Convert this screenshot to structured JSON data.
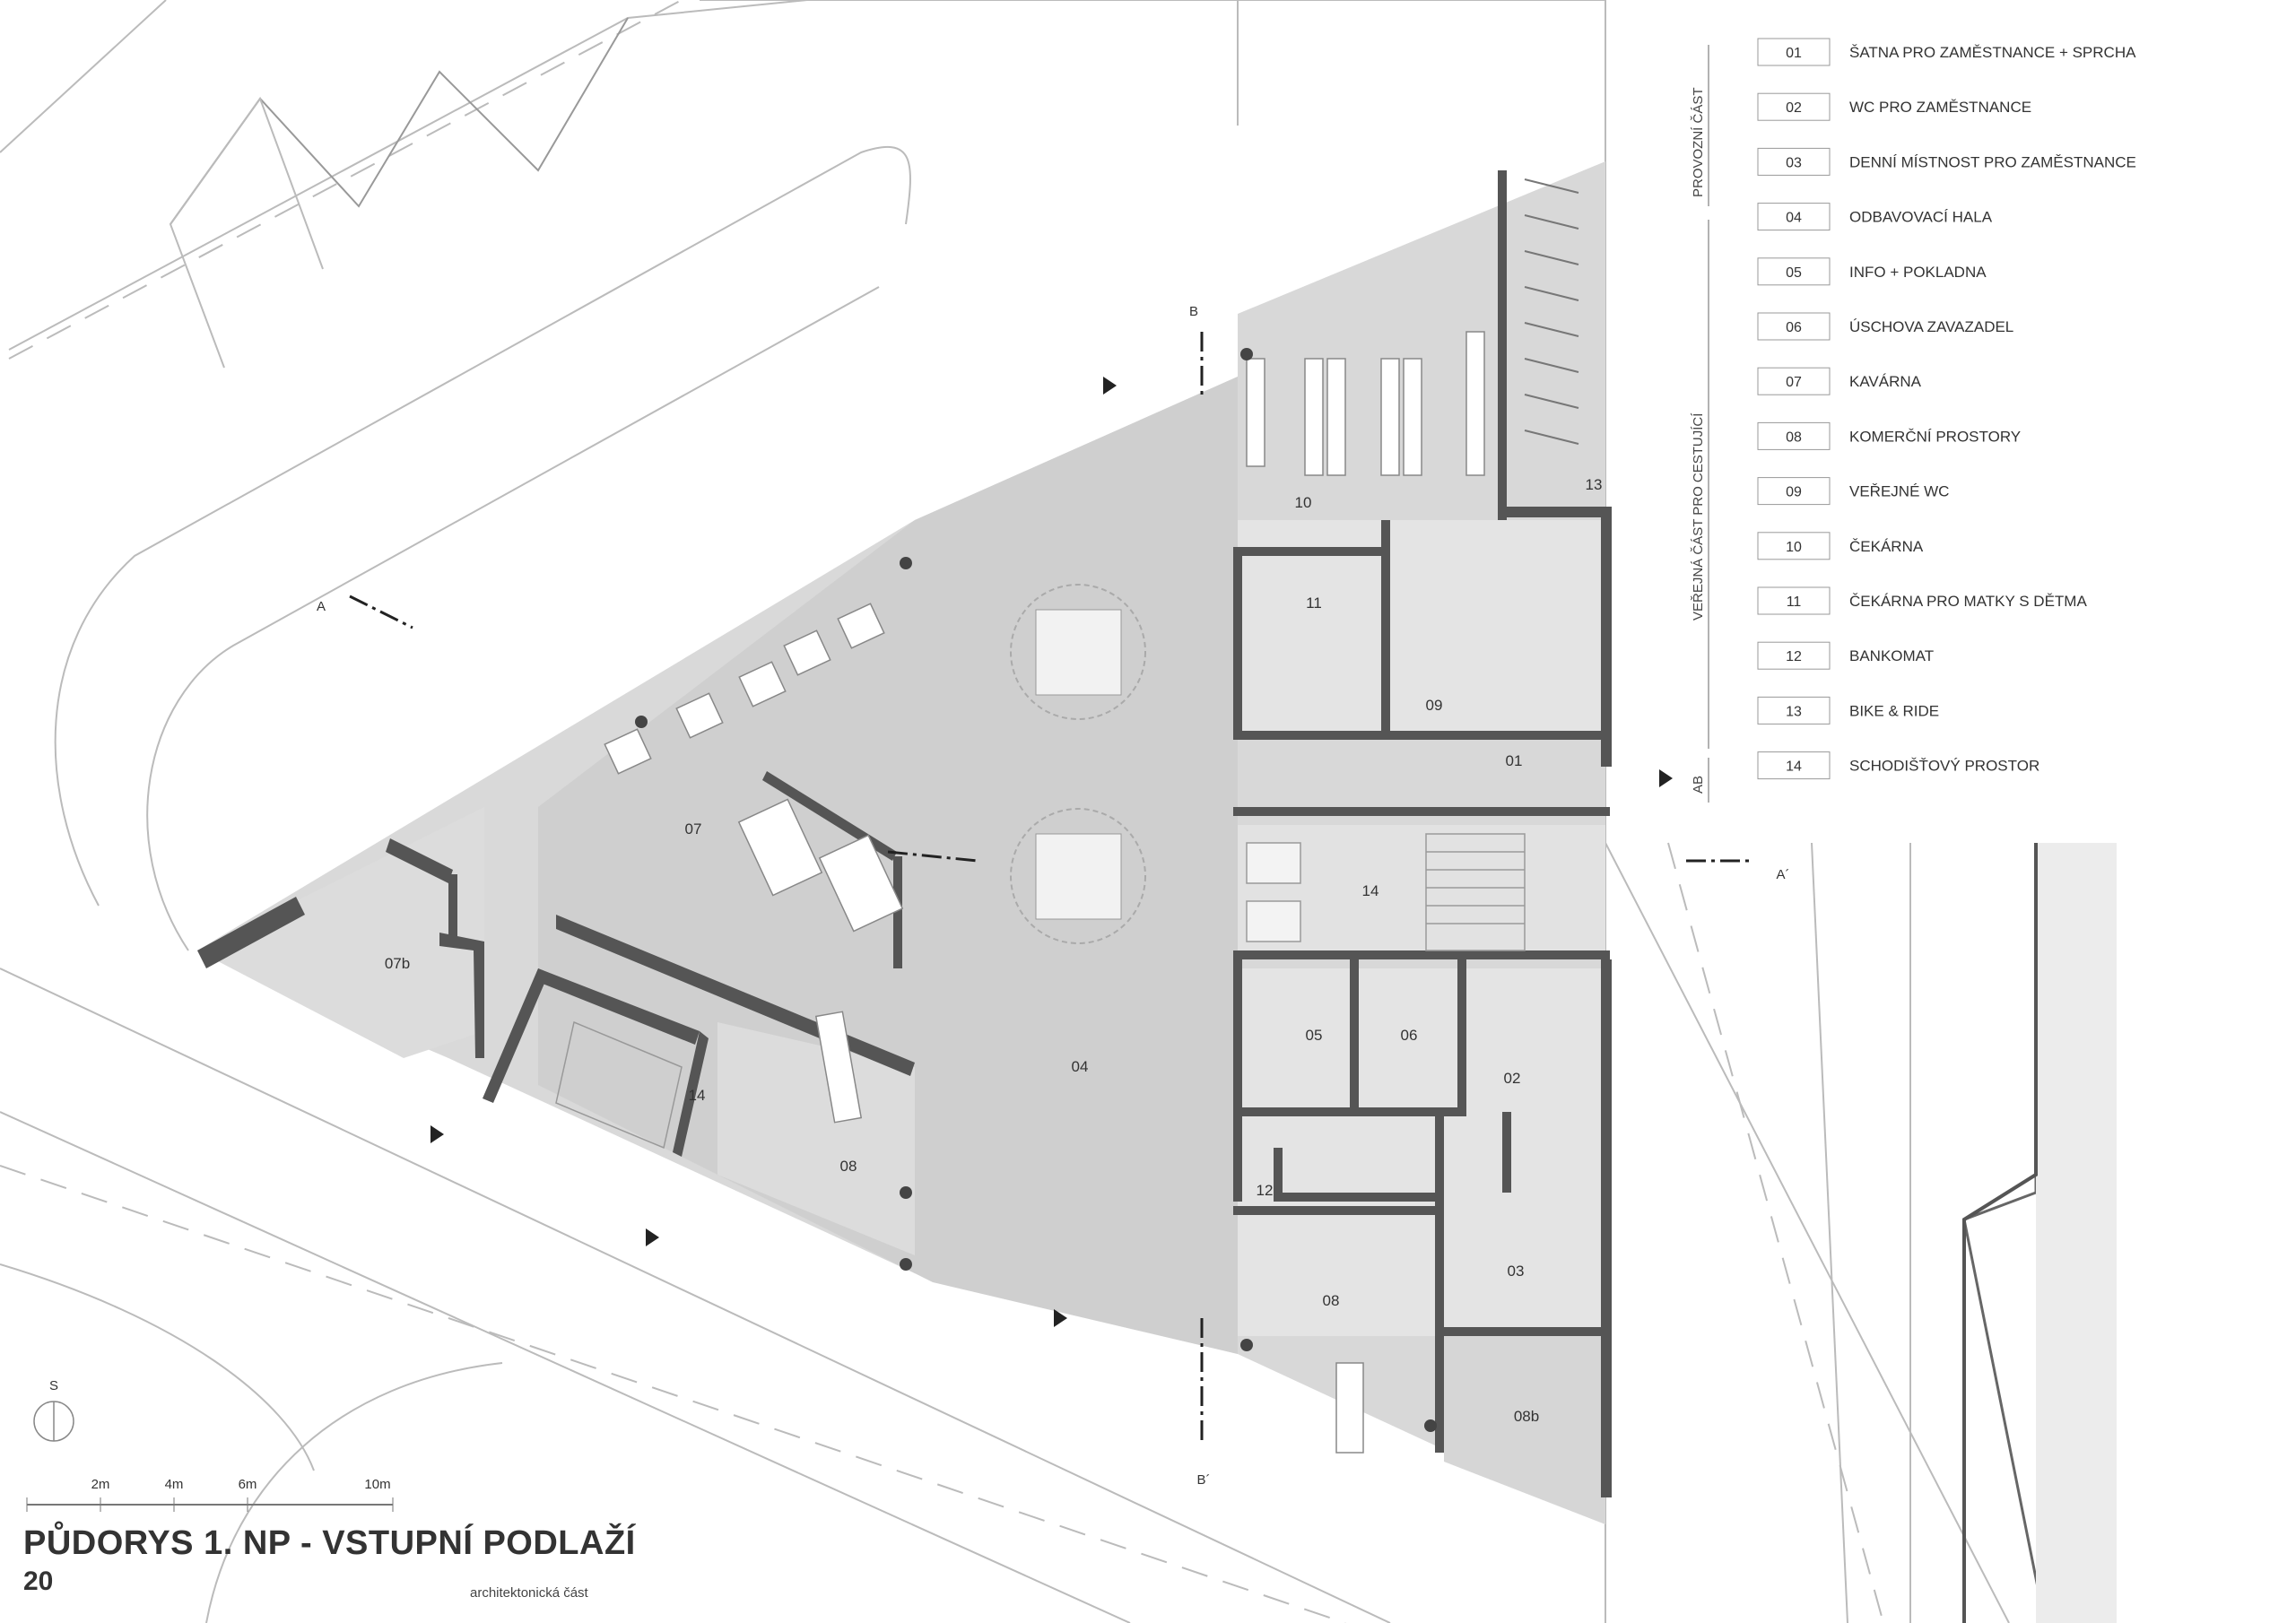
{
  "title": "PŮDORYS 1. NP - VSTUPNÍ PODLAŽÍ",
  "page_number": "20",
  "subtitle": "architektonická část",
  "legend": {
    "groups": {
      "provozni": "PROVOZNÍ ČÁST",
      "verejna": "VEŘEJNÁ ČÁST PRO CESTUJÍCÍ",
      "ab": "AB"
    },
    "items": [
      {
        "num": "01",
        "label": "ŠATNA PRO ZAMĚSTNANCE + SPRCHA"
      },
      {
        "num": "02",
        "label": "WC PRO ZAMĚSTNANCE"
      },
      {
        "num": "03",
        "label": "DENNÍ MÍSTNOST PRO ZAMĚSTNANCE"
      },
      {
        "num": "04",
        "label": "ODBAVOVACÍ HALA"
      },
      {
        "num": "05",
        "label": "INFO + POKLADNA"
      },
      {
        "num": "06",
        "label": "ÚSCHOVA ZAVAZADEL"
      },
      {
        "num": "07",
        "label": "KAVÁRNA"
      },
      {
        "num": "08",
        "label": "KOMERČNÍ PROSTORY"
      },
      {
        "num": "09",
        "label": "VEŘEJNÉ WC"
      },
      {
        "num": "10",
        "label": "ČEKÁRNA"
      },
      {
        "num": "11",
        "label": "ČEKÁRNA PRO MATKY S DĚTMA"
      },
      {
        "num": "12",
        "label": "BANKOMAT"
      },
      {
        "num": "13",
        "label": "BIKE & RIDE"
      },
      {
        "num": "14",
        "label": "SCHODIŠŤOVÝ PROSTOR"
      }
    ]
  },
  "rooms": {
    "r01": "01",
    "r02": "02",
    "r03": "03",
    "r04": "04",
    "r05": "05",
    "r06": "06",
    "r07": "07",
    "r07b": "07b",
    "r08a": "08",
    "r08b": "08",
    "r08c": "08b",
    "r09": "09",
    "r10": "10",
    "r11": "11",
    "r12": "12",
    "r13": "13",
    "r14a": "14",
    "r14b": "14"
  },
  "sections": {
    "a": "A",
    "a2": "A´",
    "b": "B",
    "b2": "B´"
  },
  "north": "S",
  "scale": [
    "2m",
    "4m",
    "6m",
    "10m"
  ]
}
